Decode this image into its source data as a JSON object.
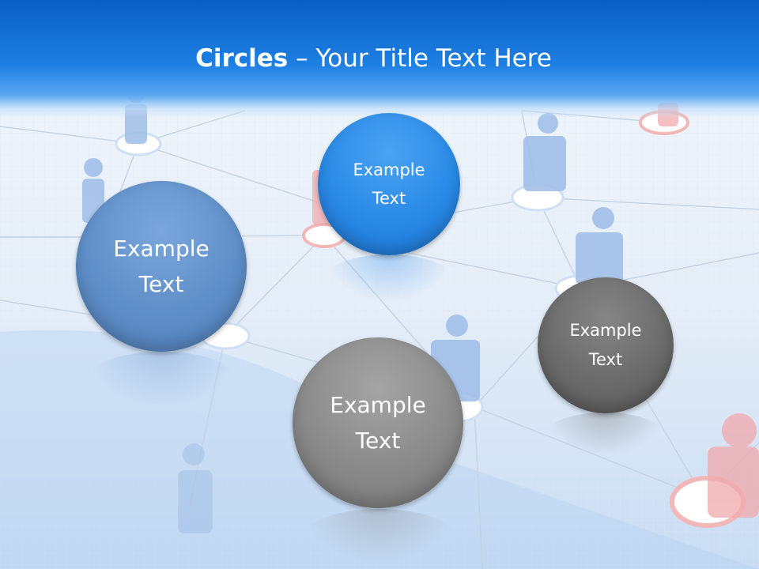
{
  "title": {
    "bold": "Circles",
    "rest": " – Your Title Text Here"
  },
  "circles": [
    {
      "line1": "Example",
      "line2": "Text",
      "color": "#5f8fc8"
    },
    {
      "line1": "Example",
      "line2": "Text",
      "color": "#2a8ae6"
    },
    {
      "line1": "Example",
      "line2": "Text",
      "color": "#8a8a8a"
    },
    {
      "line1": "Example",
      "line2": "Text",
      "color": "#6b6b6b"
    }
  ]
}
